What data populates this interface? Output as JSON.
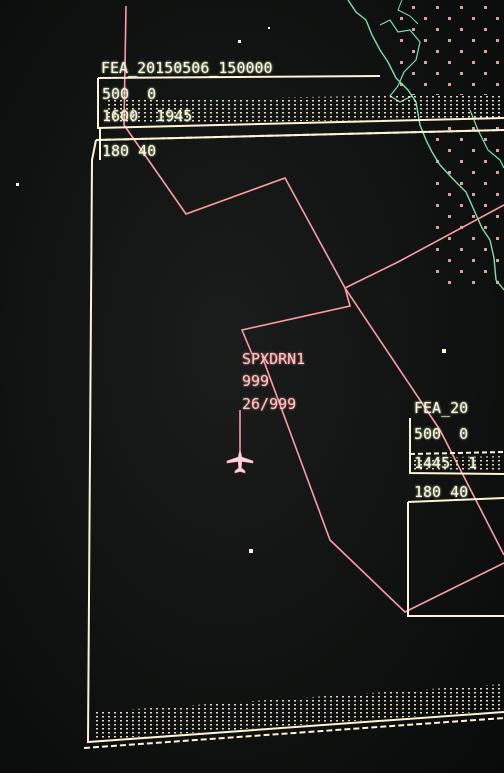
{
  "colors": {
    "background": "#101311",
    "area_boundary": "#fff3d6",
    "route_line": "#ff9aa4",
    "coastline": "#7fe0a8",
    "aircraft": "#ffd6d8"
  },
  "fea_primary": {
    "name": "FEA_20150506_150000",
    "altitudes": "500  0",
    "times": "1600  1945",
    "speed": "180 40"
  },
  "fea_secondary": {
    "name": "FEA_20",
    "altitudes": "500  0",
    "times": "1445  1",
    "speed": "180 40"
  },
  "aircraft": {
    "callsign": "SPXDRN1",
    "altitude": "999",
    "speed_alt": "26/999",
    "icon": "airplane-icon"
  }
}
